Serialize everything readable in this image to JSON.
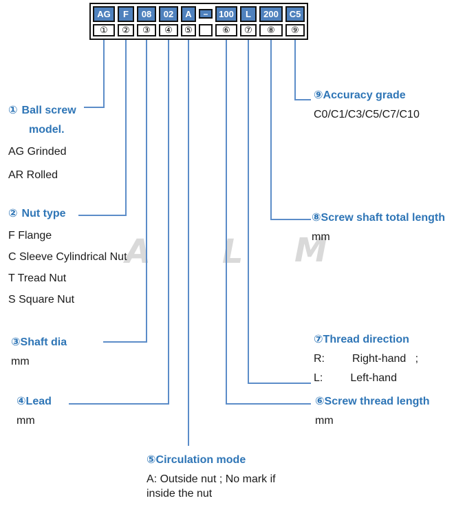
{
  "colors": {
    "box_blue": "#4f81bd",
    "heading_blue": "#2e75b6",
    "line_blue": "#5b8cc8",
    "watermark_gray": "#d9d9d9"
  },
  "watermark": {
    "letters": [
      "A",
      "L",
      "M"
    ]
  },
  "code": {
    "cells": [
      {
        "value": "AG",
        "num": "①"
      },
      {
        "value": "F",
        "num": "②"
      },
      {
        "value": "08",
        "num": "③"
      },
      {
        "value": "02",
        "num": "④"
      },
      {
        "value": "A",
        "num": "⑤"
      },
      {
        "value": "–",
        "num": ""
      },
      {
        "value": "100",
        "num": "⑥"
      },
      {
        "value": "L",
        "num": "⑦"
      },
      {
        "value": "200",
        "num": "⑧"
      },
      {
        "value": "C5",
        "num": "⑨"
      }
    ]
  },
  "sections": [
    {
      "num": "①",
      "title": "Ball screw model.",
      "lines": [
        "AG Grinded",
        "AR Rolled"
      ]
    },
    {
      "num": "②",
      "title": "Nut type",
      "lines": [
        "F Flange",
        "C Sleeve Cylindrical Nut",
        "T Tread Nut",
        "S Square Nut"
      ]
    },
    {
      "num": "③",
      "title": "Shaft dia",
      "lines": [
        "mm"
      ]
    },
    {
      "num": "④",
      "title": "Lead",
      "lines": [
        "mm"
      ]
    },
    {
      "num": "⑤",
      "title": "Circulation mode",
      "lines": [
        "A: Outside nut ; No mark if",
        "inside the nut"
      ]
    },
    {
      "num": "⑥",
      "title": "Screw thread length",
      "lines": [
        "mm"
      ]
    },
    {
      "num": "⑦",
      "title": "Thread direction",
      "lines": [
        "R:         Right-hand   ;",
        "L:         Left-hand"
      ]
    },
    {
      "num": "⑧",
      "title": "Screw shaft total length",
      "lines": [
        "mm"
      ]
    },
    {
      "num": "⑨",
      "title": "Accuracy grade",
      "lines": [
        "C0/C1/C3/C5/C7/C10"
      ]
    }
  ]
}
